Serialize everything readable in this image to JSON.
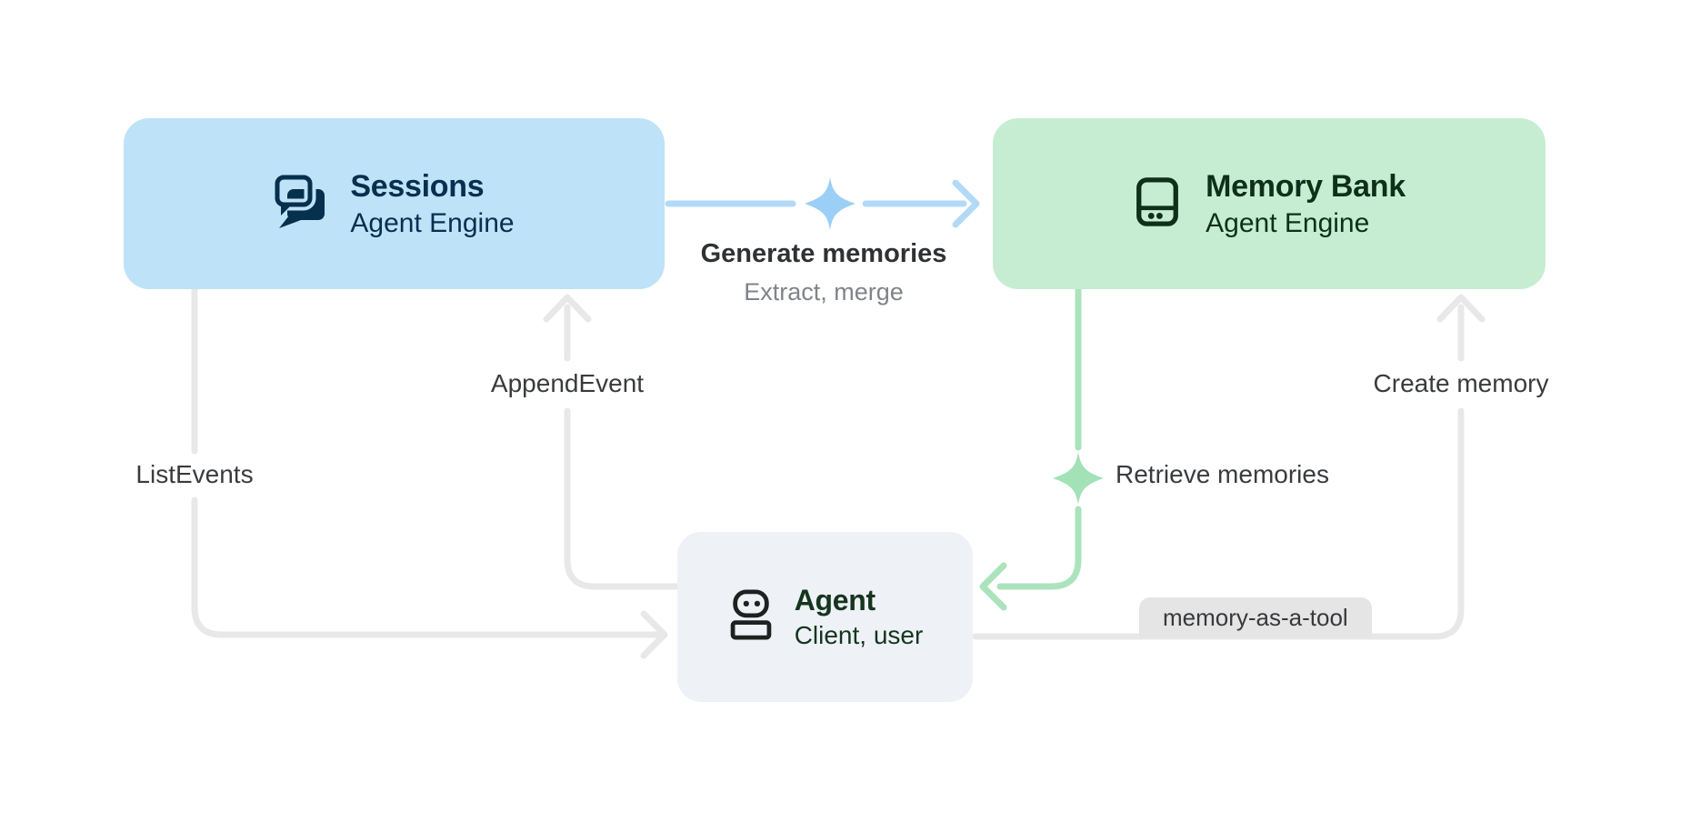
{
  "diagram": {
    "nodes": [
      {
        "id": "sessions",
        "title": "Sessions",
        "subtitle": "Agent Engine",
        "icon": "chat-bubbles-icon",
        "bg_color": "#BEE2F8",
        "text_color": "#06304E"
      },
      {
        "id": "memory-bank",
        "title": "Memory Bank",
        "subtitle": "Agent Engine",
        "icon": "storage-icon",
        "bg_color": "#C6EDD2",
        "text_color": "#0E3019"
      },
      {
        "id": "agent",
        "title": "Agent",
        "subtitle": "Client, user",
        "icon": "robot-icon",
        "bg_color": "#EEF1F6",
        "text_color": "#15351F"
      }
    ],
    "edges": {
      "generate_memories": {
        "from": "Sessions",
        "to": "Memory Bank",
        "label": "Generate memories",
        "sublabel": "Extract, merge",
        "line_color": "#B2DAF8",
        "sparkle_color": "#9CCFF6"
      },
      "append_event": {
        "from": "Agent",
        "to": "Sessions",
        "label": "AppendEvent",
        "line_color": "#E8E8E8"
      },
      "list_events": {
        "from": "Sessions",
        "to": "Agent",
        "label": "ListEvents",
        "line_color": "#E8E8E8"
      },
      "retrieve_memories": {
        "from": "Memory Bank",
        "to": "Agent",
        "label": "Retrieve memories",
        "line_color": "#ABE3BD",
        "sparkle_color": "#A3E1B7"
      },
      "create_memory": {
        "from": "Agent",
        "to": "Memory Bank",
        "label": "Create memory",
        "chip_label": "memory-as-a-tool",
        "line_color": "#E8E8E8"
      }
    }
  }
}
